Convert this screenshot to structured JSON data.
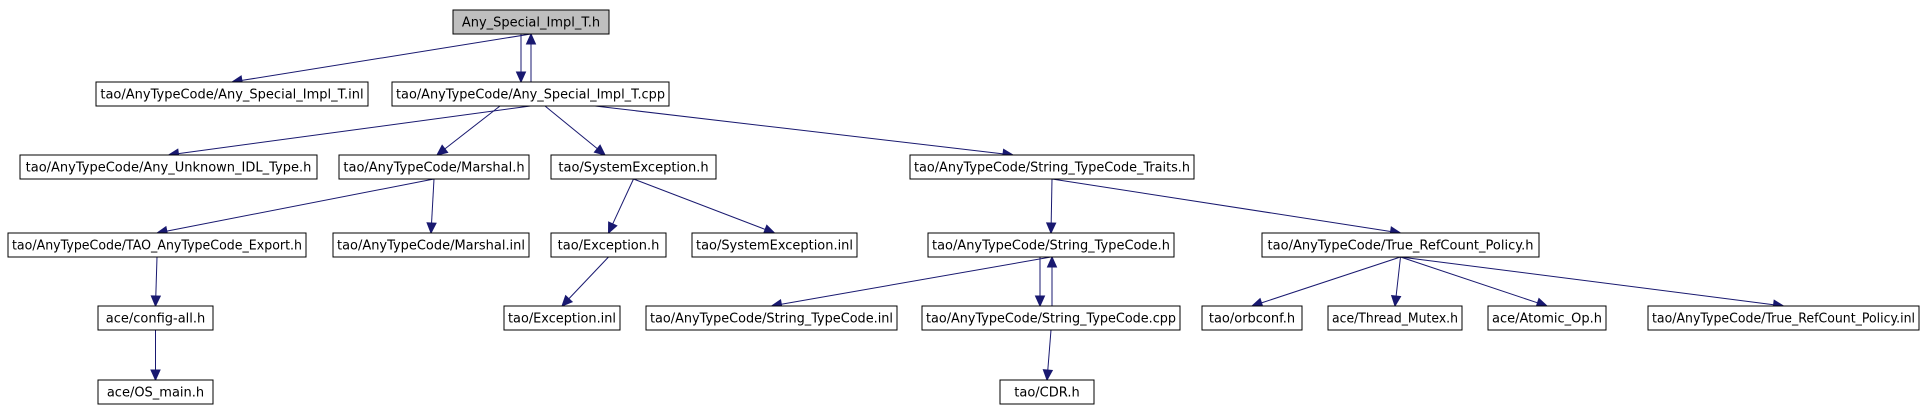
{
  "diagram": {
    "nodes": [
      {
        "id": "root",
        "label": "Any_Special_Impl_T.h"
      },
      {
        "id": "inl",
        "label": "tao/AnyTypeCode/Any_Special_Impl_T.inl"
      },
      {
        "id": "cpp",
        "label": "tao/AnyTypeCode/Any_Special_Impl_T.cpp"
      },
      {
        "id": "unknown",
        "label": "tao/AnyTypeCode/Any_Unknown_IDL_Type.h"
      },
      {
        "id": "marshal",
        "label": "tao/AnyTypeCode/Marshal.h"
      },
      {
        "id": "sysexc",
        "label": "tao/SystemException.h"
      },
      {
        "id": "strtraits",
        "label": "tao/AnyTypeCode/String_TypeCode_Traits.h"
      },
      {
        "id": "export",
        "label": "tao/AnyTypeCode/TAO_AnyTypeCode_Export.h"
      },
      {
        "id": "marshalinl",
        "label": "tao/AnyTypeCode/Marshal.inl"
      },
      {
        "id": "exc",
        "label": "tao/Exception.h"
      },
      {
        "id": "sysexcinl",
        "label": "tao/SystemException.inl"
      },
      {
        "id": "strtc",
        "label": "tao/AnyTypeCode/String_TypeCode.h"
      },
      {
        "id": "refcount",
        "label": "tao/AnyTypeCode/True_RefCount_Policy.h"
      },
      {
        "id": "configall",
        "label": "ace/config-all.h"
      },
      {
        "id": "excinl",
        "label": "tao/Exception.inl"
      },
      {
        "id": "strtcinl",
        "label": "tao/AnyTypeCode/String_TypeCode.inl"
      },
      {
        "id": "strtccpp",
        "label": "tao/AnyTypeCode/String_TypeCode.cpp"
      },
      {
        "id": "orbconf",
        "label": "tao/orbconf.h"
      },
      {
        "id": "threadmutex",
        "label": "ace/Thread_Mutex.h"
      },
      {
        "id": "atomicop",
        "label": "ace/Atomic_Op.h"
      },
      {
        "id": "refcountinl",
        "label": "tao/AnyTypeCode/True_RefCount_Policy.inl"
      },
      {
        "id": "osmain",
        "label": "ace/OS_main.h"
      },
      {
        "id": "cdr",
        "label": "tao/CDR.h"
      }
    ],
    "edges": [
      {
        "from": "root",
        "to": "inl"
      },
      {
        "from": "root",
        "to": "cpp"
      },
      {
        "from": "cpp",
        "to": "root"
      },
      {
        "from": "cpp",
        "to": "unknown"
      },
      {
        "from": "cpp",
        "to": "marshal"
      },
      {
        "from": "cpp",
        "to": "sysexc"
      },
      {
        "from": "cpp",
        "to": "strtraits"
      },
      {
        "from": "marshal",
        "to": "export"
      },
      {
        "from": "marshal",
        "to": "marshalinl"
      },
      {
        "from": "export",
        "to": "configall"
      },
      {
        "from": "configall",
        "to": "osmain"
      },
      {
        "from": "sysexc",
        "to": "exc"
      },
      {
        "from": "sysexc",
        "to": "sysexcinl"
      },
      {
        "from": "exc",
        "to": "excinl"
      },
      {
        "from": "strtraits",
        "to": "strtc"
      },
      {
        "from": "strtraits",
        "to": "refcount"
      },
      {
        "from": "strtc",
        "to": "strtcinl"
      },
      {
        "from": "strtc",
        "to": "strtccpp"
      },
      {
        "from": "strtccpp",
        "to": "strtc"
      },
      {
        "from": "strtccpp",
        "to": "cdr"
      },
      {
        "from": "refcount",
        "to": "orbconf"
      },
      {
        "from": "refcount",
        "to": "threadmutex"
      },
      {
        "from": "refcount",
        "to": "atomicop"
      },
      {
        "from": "refcount",
        "to": "refcountinl"
      }
    ]
  }
}
